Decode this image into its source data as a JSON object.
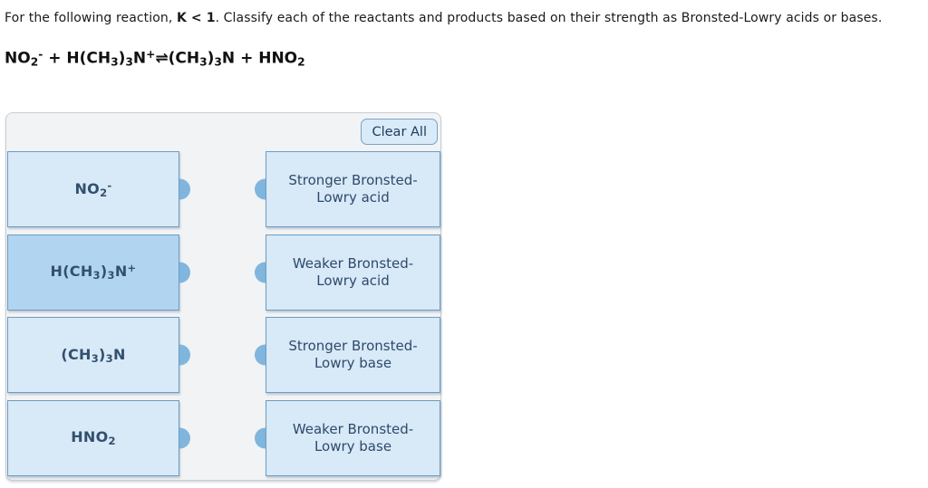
{
  "header": {
    "instruction_prefix": "For the following reaction, ",
    "instruction_bold": "K < 1",
    "instruction_suffix": ". Classify each of the reactants and products based on their strength as Bronsted-Lowry acids or bases.",
    "equation": "NO~2~^-^ + H(CH~3~)~3~N^+^⇌(CH~3~)~3~N + HNO~2~"
  },
  "panel": {
    "clear_all_label": "Clear All",
    "reactant_cards": [
      {
        "formula": "NO~2~^-^",
        "highlighted": false
      },
      {
        "formula": "H(CH~3~)~3~N^+^",
        "highlighted": true
      },
      {
        "formula": "(CH~3~)~3~N",
        "highlighted": false
      },
      {
        "formula": "HNO~2~",
        "highlighted": false
      }
    ],
    "category_cards": [
      {
        "label": "Stronger Bronsted-Lowry acid"
      },
      {
        "label": "Weaker Bronsted-Lowry acid"
      },
      {
        "label": "Stronger Bronsted-Lowry base"
      },
      {
        "label": "Weaker Bronsted-Lowry base"
      }
    ],
    "colors": {
      "panel_bg": "#f2f3f4",
      "panel_border": "#c9ced3",
      "card_bg": "#d8e9f7",
      "card_bg_highlight": "#b1d5f0",
      "card_border": "#6b9cc3",
      "connector_dot": "#80b5dd",
      "card_text": "#33506e",
      "button_bg": "#d9eaf8",
      "button_border": "#76a4c9",
      "button_text": "#1e3c5f"
    }
  }
}
